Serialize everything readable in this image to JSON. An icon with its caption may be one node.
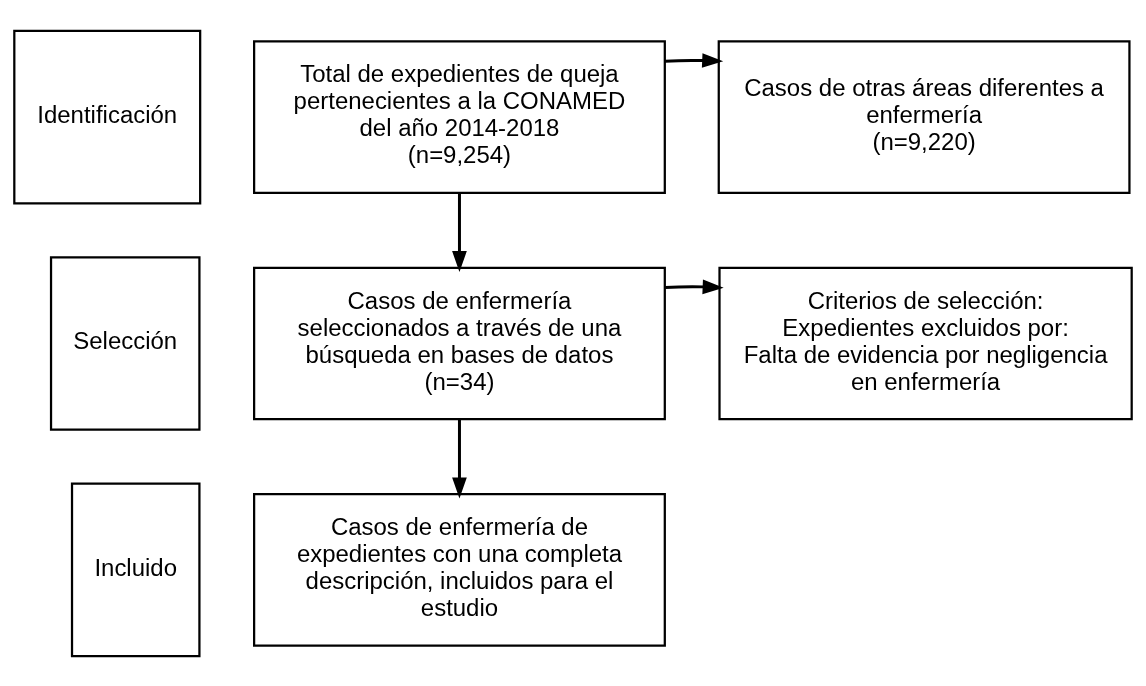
{
  "diagram": {
    "nodes": [
      {
        "text": [
          "Identificación"
        ]
      },
      {
        "text": [
          "Total de expedientes de queja pertenecientes a la CONAMED del año 2014-2018",
          "(n=9,254)"
        ]
      },
      {
        "text": [
          "Casos de otras áreas diferentes a enfermería",
          "(n=9,220)"
        ]
      },
      {
        "text": [
          "Selección"
        ]
      },
      {
        "text": [
          "Casos de enfermería seleccionados a través de una búsqueda en bases de datos",
          "(n=34)"
        ]
      },
      {
        "text": [
          "Criterios de selección:",
          "Expedientes excluidos por:",
          "Falta de evidencia por negligencia en enfermería"
        ]
      },
      {
        "text": [
          "Incluido"
        ]
      },
      {
        "text": [
          "Casos de enfermería de expedientes con una completa descripción, incluidos para el estudio"
        ]
      }
    ],
    "edges": [
      {
        "from": 1,
        "to": 2,
        "arrow": "to"
      },
      {
        "from": 1,
        "to": 4,
        "arrow": "to"
      },
      {
        "from": 4,
        "to": 5,
        "arrow": "to"
      },
      {
        "from": 4,
        "to": 7,
        "arrow": "to"
      }
    ]
  }
}
